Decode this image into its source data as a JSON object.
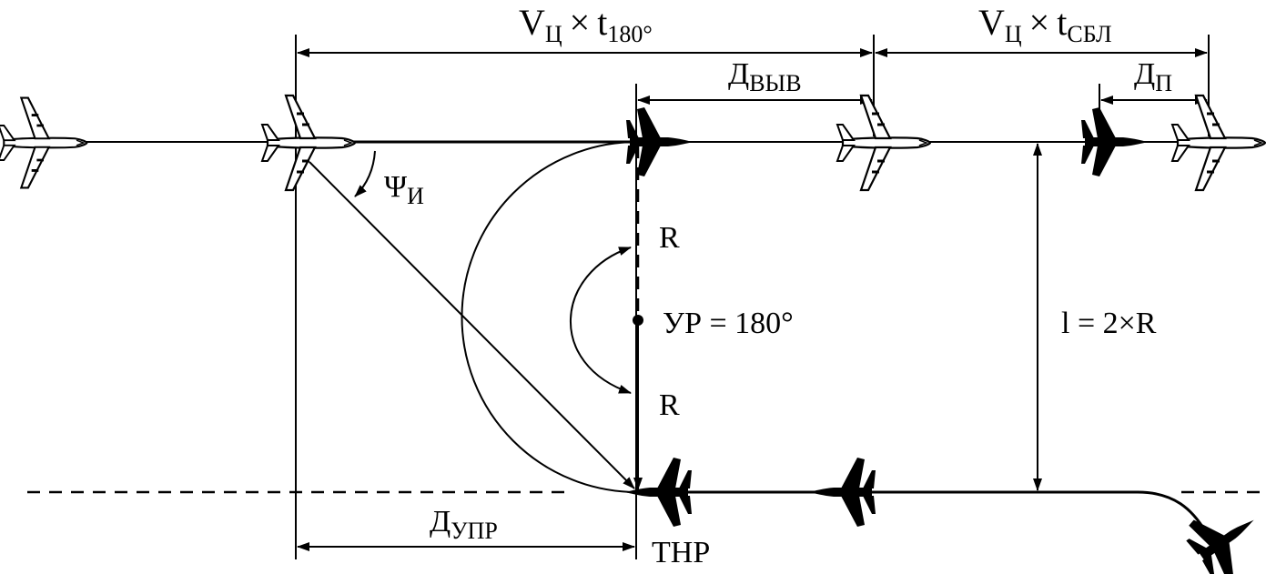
{
  "labels": {
    "v_main": "V",
    "v_sub": "Ц",
    "times": "×",
    "t_main": "t",
    "t180_sub": "180°",
    "tsbl_sub": "СБЛ",
    "d_main": "Д",
    "dvyv_sub": "ВЫВ",
    "dp_sub": "П",
    "dupr_sub": "УПР",
    "psi_main": "Ψ",
    "psi_sub": "И",
    "r_top": "R",
    "r_bottom": "R",
    "ur": "УР = 180°",
    "l_eq": "l = 2×R",
    "tnr": "ТНР"
  },
  "icons": {
    "outline": "airliner-outline-icon",
    "solid": "fighter-solid-icon"
  },
  "colors": {
    "ink": "#000000",
    "paper": "#ffffff"
  }
}
